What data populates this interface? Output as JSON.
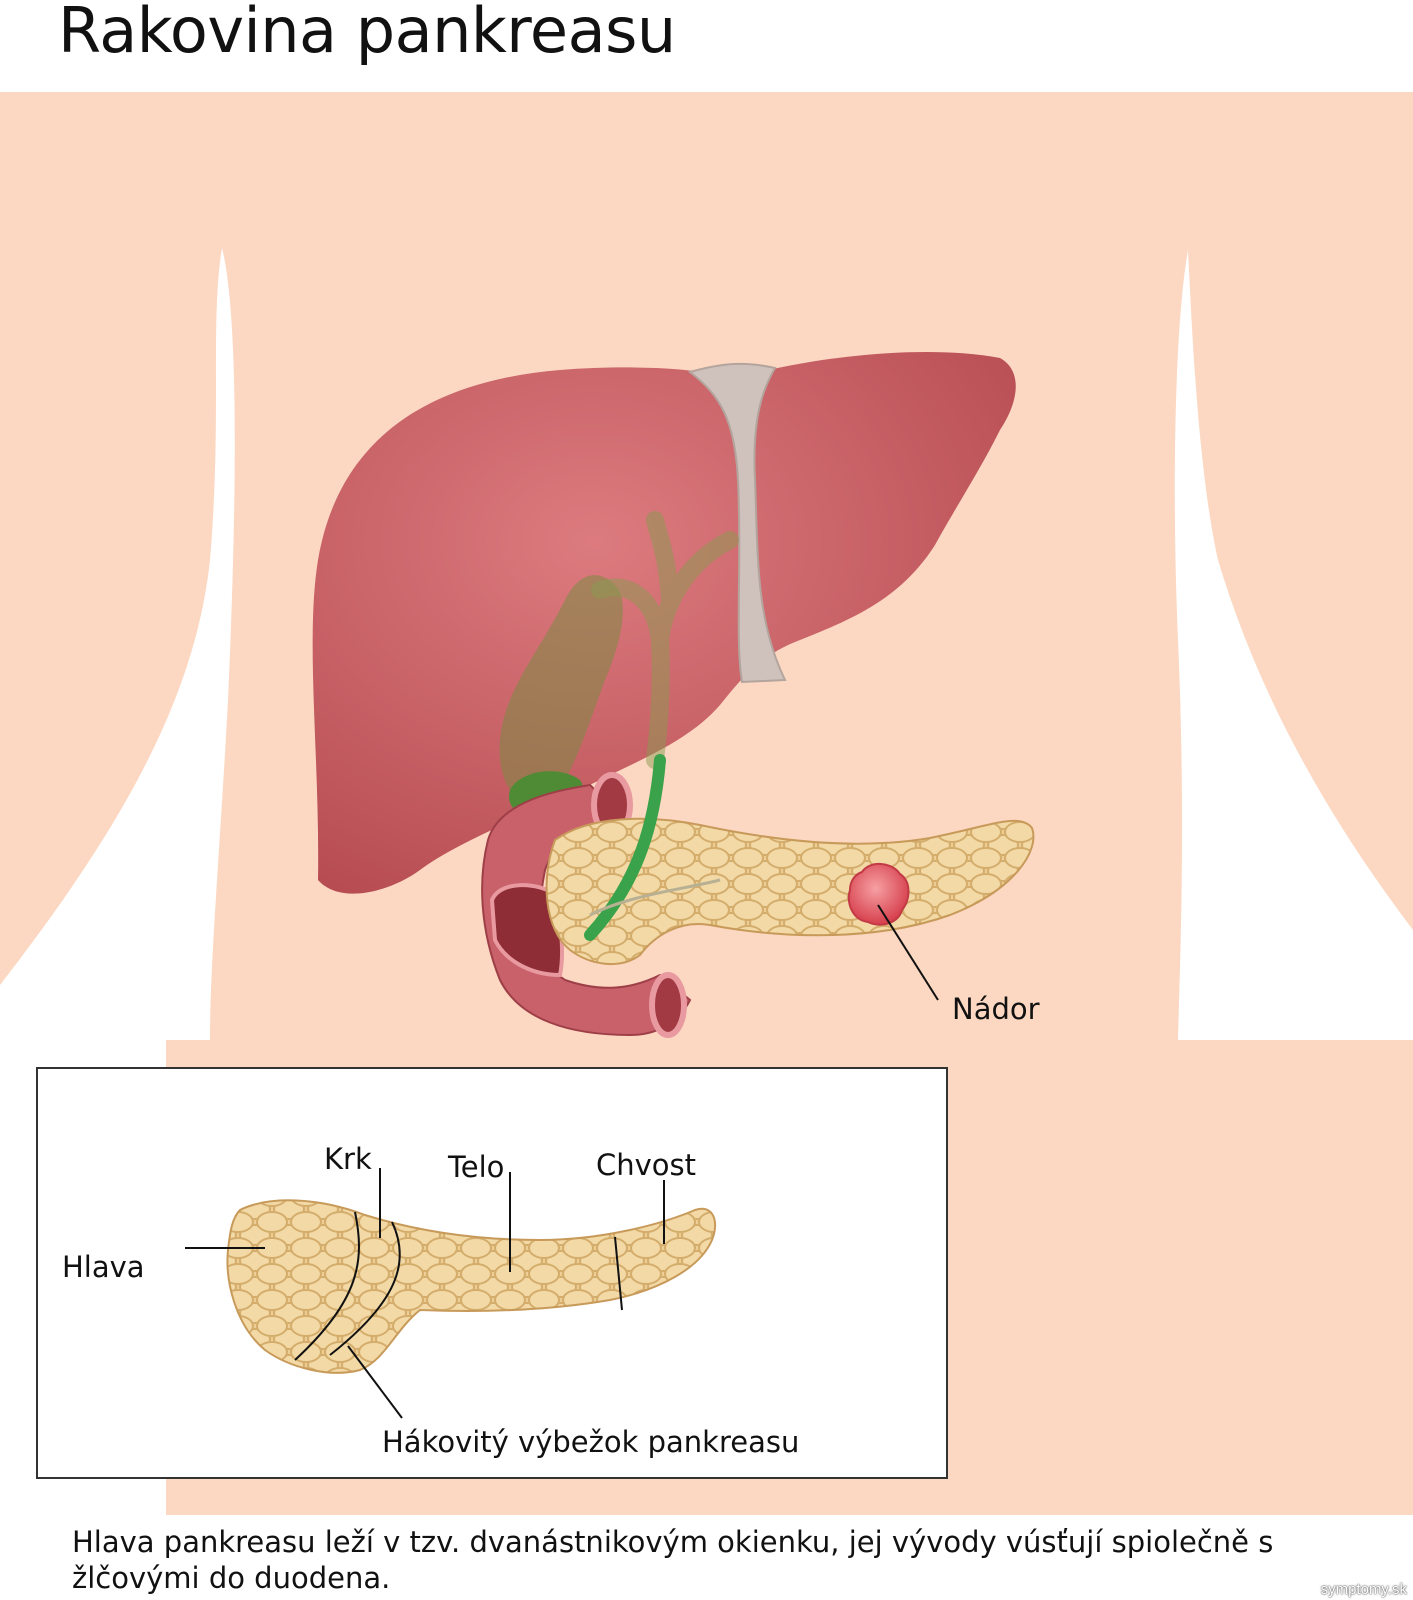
{
  "title": "Rakovina pankreasu",
  "labels": {
    "tumor": "Nádor",
    "neck": "Krk",
    "body": "Telo",
    "tail": "Chvost",
    "head": "Hlava",
    "uncinate": "Hákovitý výbežok pankreasu"
  },
  "caption": "Hlava pankreasu leží v tzv. dvanástnikovým okienku, jej vývody vúsťují spiolečně s žlčovými do duodena.",
  "watermark": "symptomy.sk",
  "colors": {
    "skin": "#fcd8c2",
    "liver": "#c65b60",
    "pancreas": "#e8c98e",
    "duodenum": "#c9616b",
    "bile_duct": "#3aa24a",
    "gallbladder": "#7c8a44",
    "tumor": "#e0505a"
  }
}
